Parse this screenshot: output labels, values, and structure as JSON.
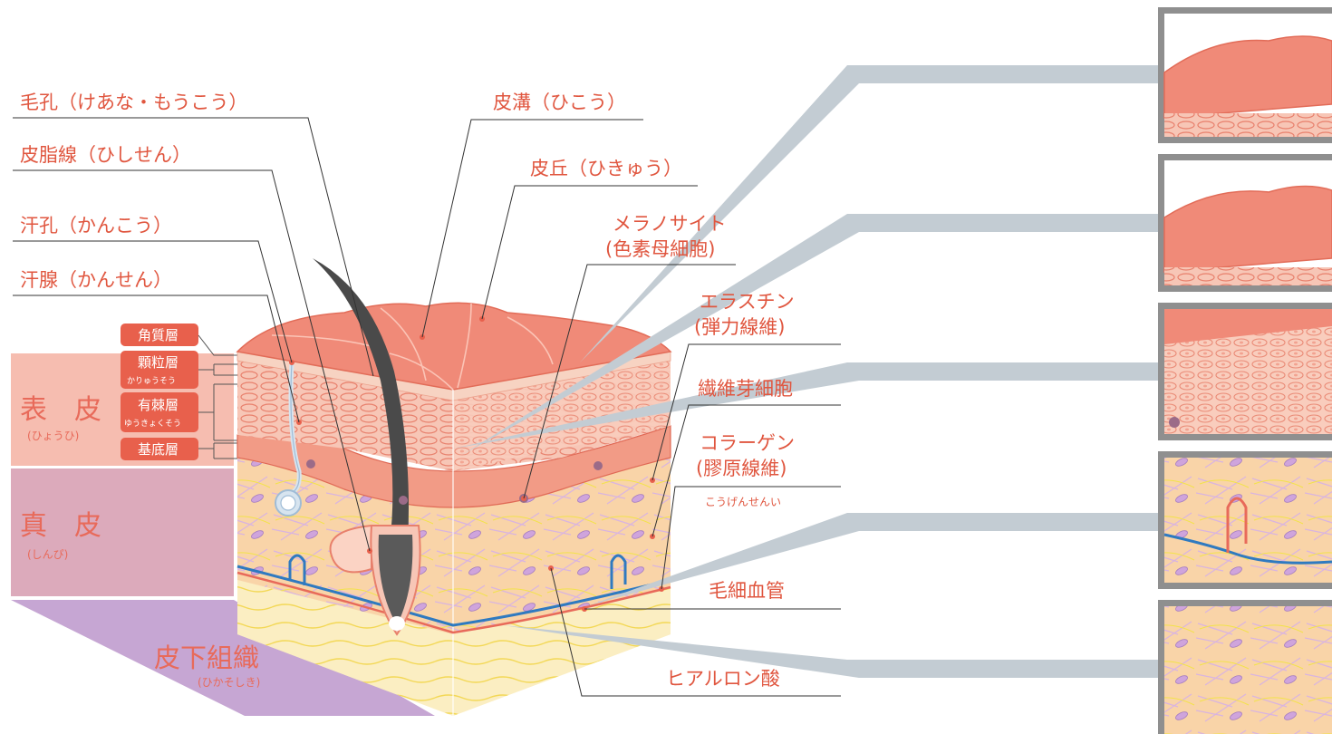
{
  "left_labels": {
    "pore": "毛孔（けあな・もうこう）",
    "sebaceous": "皮脂線（ひしせん）",
    "sweat_pore": "汗孔（かんこう）",
    "sweat_gland": "汗腺（かんせん）"
  },
  "top_labels": {
    "sulcus": "皮溝（ひこう）",
    "crista": "皮丘（ひきゅう）"
  },
  "right_labels": {
    "melanocyte_1": "メラノサイト",
    "melanocyte_2": "(色素母細胞)",
    "elastin_1": "エラスチン",
    "elastin_2": "(弾力線維)",
    "fibroblast": "繊維芽細胞",
    "collagen_1": "コラーゲン",
    "collagen_2": "(膠原線維)",
    "collagen_reading": "こうげんせんい",
    "capillary": "毛細血管",
    "hyaluronic": "ヒアルロン酸"
  },
  "sublayer_tags": {
    "horny": "角質層",
    "granular": "顆粒層",
    "granular_reading": "かりゅうそう",
    "spinous": "有棘層",
    "spinous_reading": "ゆうきょくそう",
    "basal": "基底層"
  },
  "layers": {
    "epidermis": "表　皮",
    "epidermis_reading": "(ひょうひ)",
    "dermis": "真　皮",
    "dermis_reading": "(しんぴ)",
    "subcutis": "皮下組織",
    "subcutis_reading": "(ひかそしき)"
  },
  "colors": {
    "label": "#e0563f",
    "epidermis_band": "#f5b5a6",
    "dermis_band": "#dba9bb",
    "subcutis_band": "#c6a6d3",
    "tag_fill": "#e8604c",
    "callout_band": "#c3ccd3",
    "frame": "#8f8f8f",
    "hair": "#4a4a4a"
  }
}
